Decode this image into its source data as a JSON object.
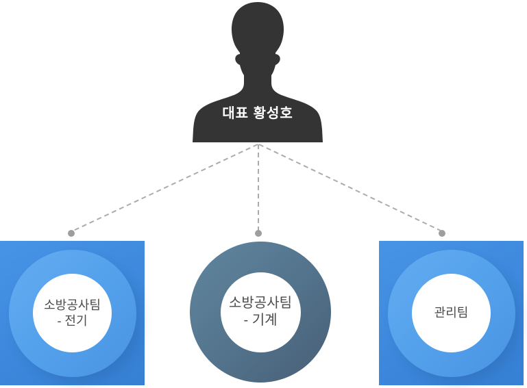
{
  "ceo": {
    "label": "대표 황성호"
  },
  "teams": [
    {
      "line1": "소방공사팀",
      "line2": "- 전기"
    },
    {
      "line1": "소방공사팀",
      "line2": "- 기계"
    },
    {
      "line1": "관리팀",
      "line2": ""
    }
  ],
  "colors": {
    "silhouette": "#343434",
    "ceo_text": "#ffffff",
    "square_blue": "#3e8ce1",
    "ring_blue": "#57a3ec",
    "donut_slate": "#53748e",
    "node_text": "#4b4b4b",
    "connector_line": "#ababab",
    "connector_dot": "#9e9e9e",
    "background": "#ffffff"
  }
}
